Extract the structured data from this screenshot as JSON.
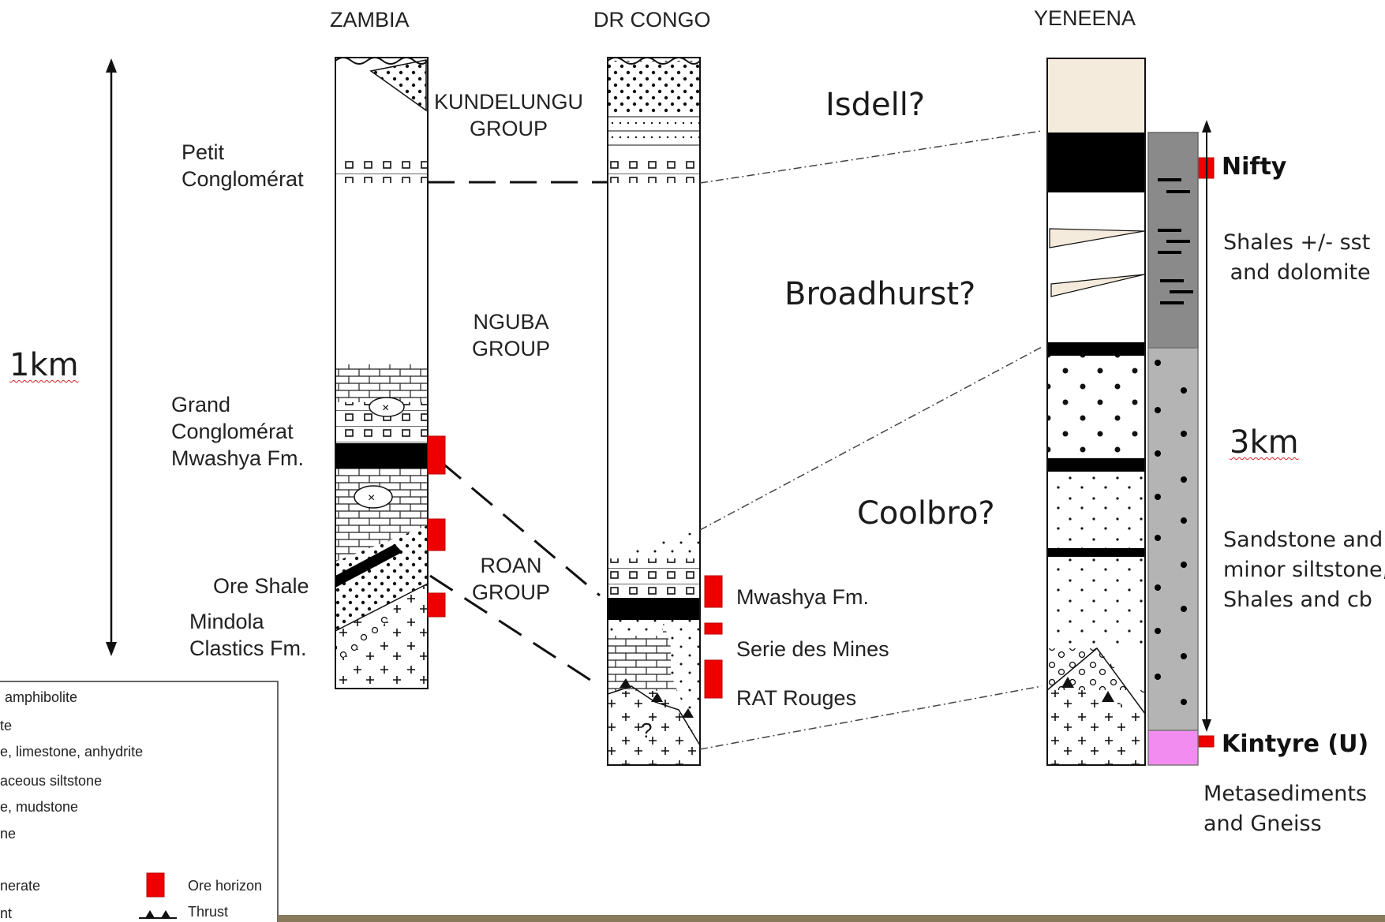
{
  "headers": {
    "zambia": "ZAMBIA",
    "drc": "DR CONGO",
    "yeneena": "YENEENA"
  },
  "groups": {
    "kundelungu": "KUNDELUNGU\nGROUP",
    "nguba": "NGUBA\nGROUP",
    "roan": "ROAN\nGROUP"
  },
  "zambia_labels": {
    "petit": "Petit\nConglomérat",
    "grand": "Grand\nConglomérat\nMwashya Fm.",
    "ore_shale": "Ore Shale",
    "mindola": "Mindola\nClastics Fm."
  },
  "drc_labels": {
    "mwashya": "Mwashya Fm.",
    "serie": "Serie des Mines",
    "rat": "RAT Rouges"
  },
  "correlations": {
    "isdell": "Isdell?",
    "broadhurst": "Broadhurst?",
    "coolbro": "Coolbro?"
  },
  "scales": {
    "left": "1km",
    "right": "3km"
  },
  "yeneena_labels": {
    "nifty": "Nifty",
    "shales": "Shales +/- sst\n and dolomite",
    "sandstone": "Sandstone and\nminor siltstone,\nShales and cb",
    "kintyre": "Kintyre (U)",
    "meta": "Metasediments\nand Gneiss"
  },
  "legend": {
    "items": [
      "amphibolite",
      "te",
      "e, limestone, anhydrite",
      "aceous siltstone",
      "e, mudstone",
      "ne",
      "nerate",
      "nt"
    ],
    "ore_horizon": "Ore horizon",
    "thrust": "Thrust"
  },
  "colors": {
    "ore": "#ee0000",
    "cream": "#f5ebdc",
    "grey_dark": "#8a8a8a",
    "grey_light": "#b4b4b4",
    "pink": "#f28cf0"
  }
}
